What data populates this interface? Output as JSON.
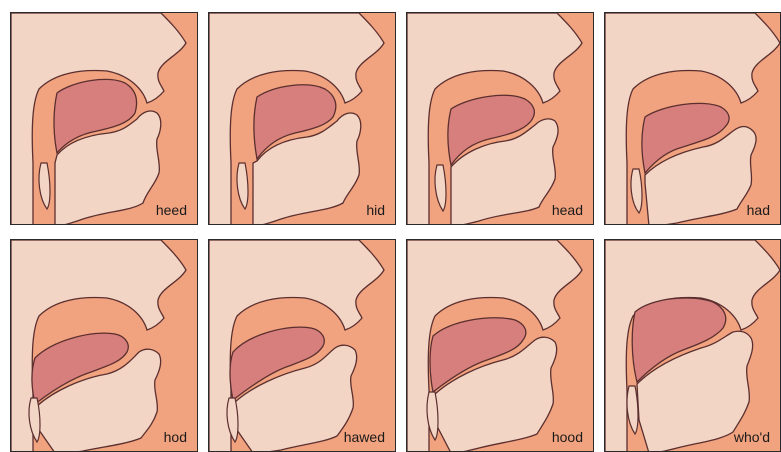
{
  "colors": {
    "background": "#f1a27e",
    "face_tissue": "#f2d5c5",
    "tongue": "#d67f7d",
    "outline": "#5b2f2f",
    "border": "#2a2a2a"
  },
  "panels": [
    {
      "word": "heed",
      "icon": "vocal-tract-heed"
    },
    {
      "word": "hid",
      "icon": "vocal-tract-hid"
    },
    {
      "word": "head",
      "icon": "vocal-tract-head"
    },
    {
      "word": "had",
      "icon": "vocal-tract-had"
    },
    {
      "word": "hod",
      "icon": "vocal-tract-hod"
    },
    {
      "word": "hawed",
      "icon": "vocal-tract-hawed"
    },
    {
      "word": "hood",
      "icon": "vocal-tract-hood"
    },
    {
      "word": "who'd",
      "icon": "vocal-tract-whod"
    }
  ]
}
